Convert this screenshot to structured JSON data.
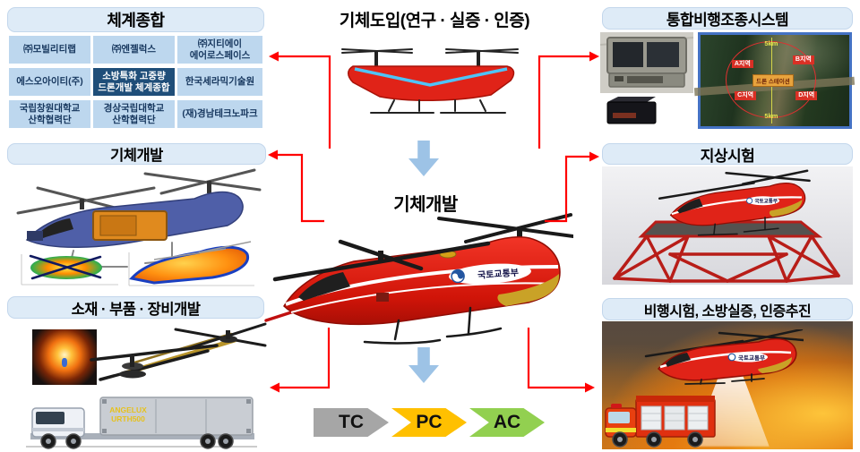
{
  "top": {
    "title": "기체도입(연구 · 실증 · 인증)"
  },
  "center": {
    "dev_label": "기체개발",
    "heli_logo": "국토교통부"
  },
  "cert_steps": {
    "tc": "TC",
    "pc": "PC",
    "ac": "AC"
  },
  "panels": {
    "system": {
      "title": "체계종합",
      "cells": [
        {
          "label": "㈜모빌리티랩"
        },
        {
          "label": "㈜엔젤럭스"
        },
        {
          "label": "㈜지티에이 에어로스페이스"
        },
        {
          "label": "에스오아이티(주)"
        },
        {
          "label": "소방특화 고중량 드론개발 체계종합"
        },
        {
          "label": "한국세라믹기술원"
        },
        {
          "label": "국립창원대학교 산학협력단"
        },
        {
          "label": "경상국립대학교 산학협력단"
        },
        {
          "label": "(재)경남테크노파크"
        }
      ]
    },
    "airframe": {
      "title": "기체개발"
    },
    "materials": {
      "title": "소재 · 부품 · 장비개발",
      "container_line1": "ANGELUX",
      "container_line2": "URTH500"
    },
    "flight_control": {
      "title": "통합비행조종시스템",
      "map": {
        "range_top": "5km",
        "range_bottom": "5km",
        "zone_a": "A지역",
        "zone_b": "B지역",
        "zone_c": "C지역",
        "zone_d": "D지역",
        "station": "드론 스테이션"
      }
    },
    "ground_test": {
      "title": "지상시험",
      "heli_logo": "국토교통부"
    },
    "flight_test": {
      "title": "비행시험, 소방실증, 인증추진",
      "heli_logo": "국토교통부"
    }
  },
  "colors": {
    "connector_red": "#FF0000",
    "header_bg": "#DEEBF7",
    "cell_bg": "#BDD7EE",
    "cell_highlight_bg": "#1F4E79",
    "arrow_blue": "#9DC3E6",
    "tc": "#A6A6A6",
    "pc": "#FFC000",
    "ac": "#92D050"
  }
}
